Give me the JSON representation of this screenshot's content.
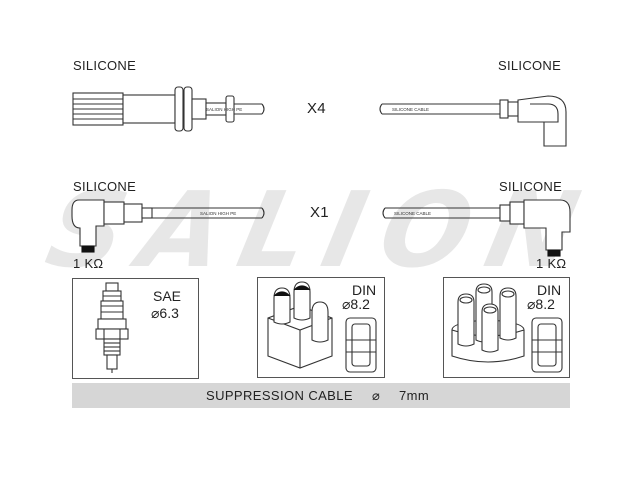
{
  "labels": {
    "top_left_material": "SILICONE",
    "top_right_material": "SILICONE",
    "mid_left_material": "SILICONE",
    "mid_right_material": "SILICONE",
    "qty_top": "X4",
    "qty_mid": "X1",
    "resistor_left": "1 KΩ",
    "resistor_right": "1 KΩ",
    "cable_print_a": "SALION HIGH PE",
    "cable_print_b": "SILICONE CABLE",
    "watermark": "SALION"
  },
  "connectors": {
    "sae": {
      "standard": "SAE",
      "size": "⌀6.3"
    },
    "din_left": {
      "standard": "DIN",
      "size": "⌀8.2"
    },
    "din_right": {
      "standard": "DIN",
      "size": "⌀8.2"
    }
  },
  "suppression": {
    "label": "SUPPRESSION CABLE",
    "symbol": "⌀",
    "value": "7mm"
  },
  "colors": {
    "line": "#333333",
    "bar_fill": "#d6d6d6",
    "watermark": "#e7e7e7",
    "boot_dark": "#111111"
  }
}
